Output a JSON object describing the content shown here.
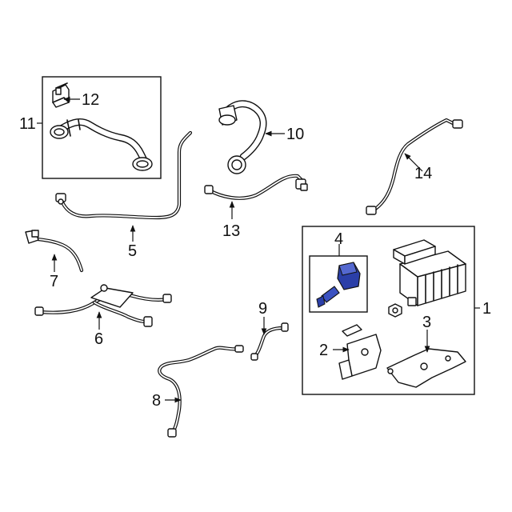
{
  "callouts": {
    "c1": "1",
    "c2": "2",
    "c3": "3",
    "c4": "4",
    "c5": "5",
    "c6": "6",
    "c7": "7",
    "c8": "8",
    "c9": "9",
    "c10": "10",
    "c11": "11",
    "c12": "12",
    "c13": "13",
    "c14": "14"
  },
  "colors": {
    "highlight_part": "#2b3fa8",
    "line_art": "#111111",
    "background": "#ffffff"
  }
}
